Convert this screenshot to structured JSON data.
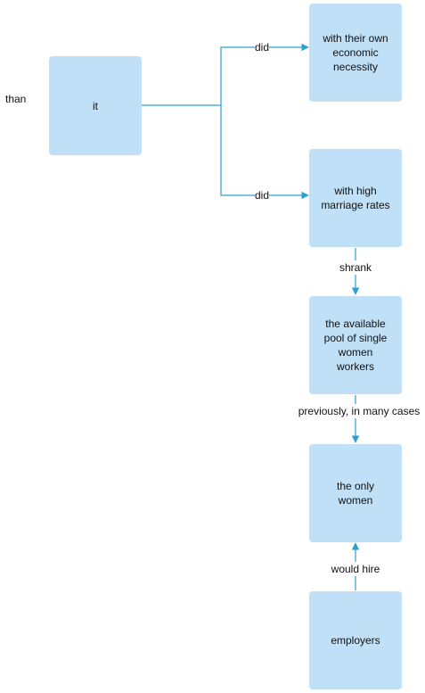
{
  "diagram": {
    "side_label": "than",
    "nodes": {
      "it": "it",
      "economic": "with their own economic necessity",
      "marriage": "with high marriage rates",
      "pool": "the available pool of single women workers",
      "only_women": "the only women",
      "employers": "employers"
    },
    "edges": {
      "did_top": "did",
      "did_bottom": "did",
      "shrank": "shrank",
      "previously": "previously, in many cases",
      "would_hire": "would hire"
    },
    "colors": {
      "node_fill": "#bfe0f7",
      "edge": "#2a9fd6"
    }
  }
}
